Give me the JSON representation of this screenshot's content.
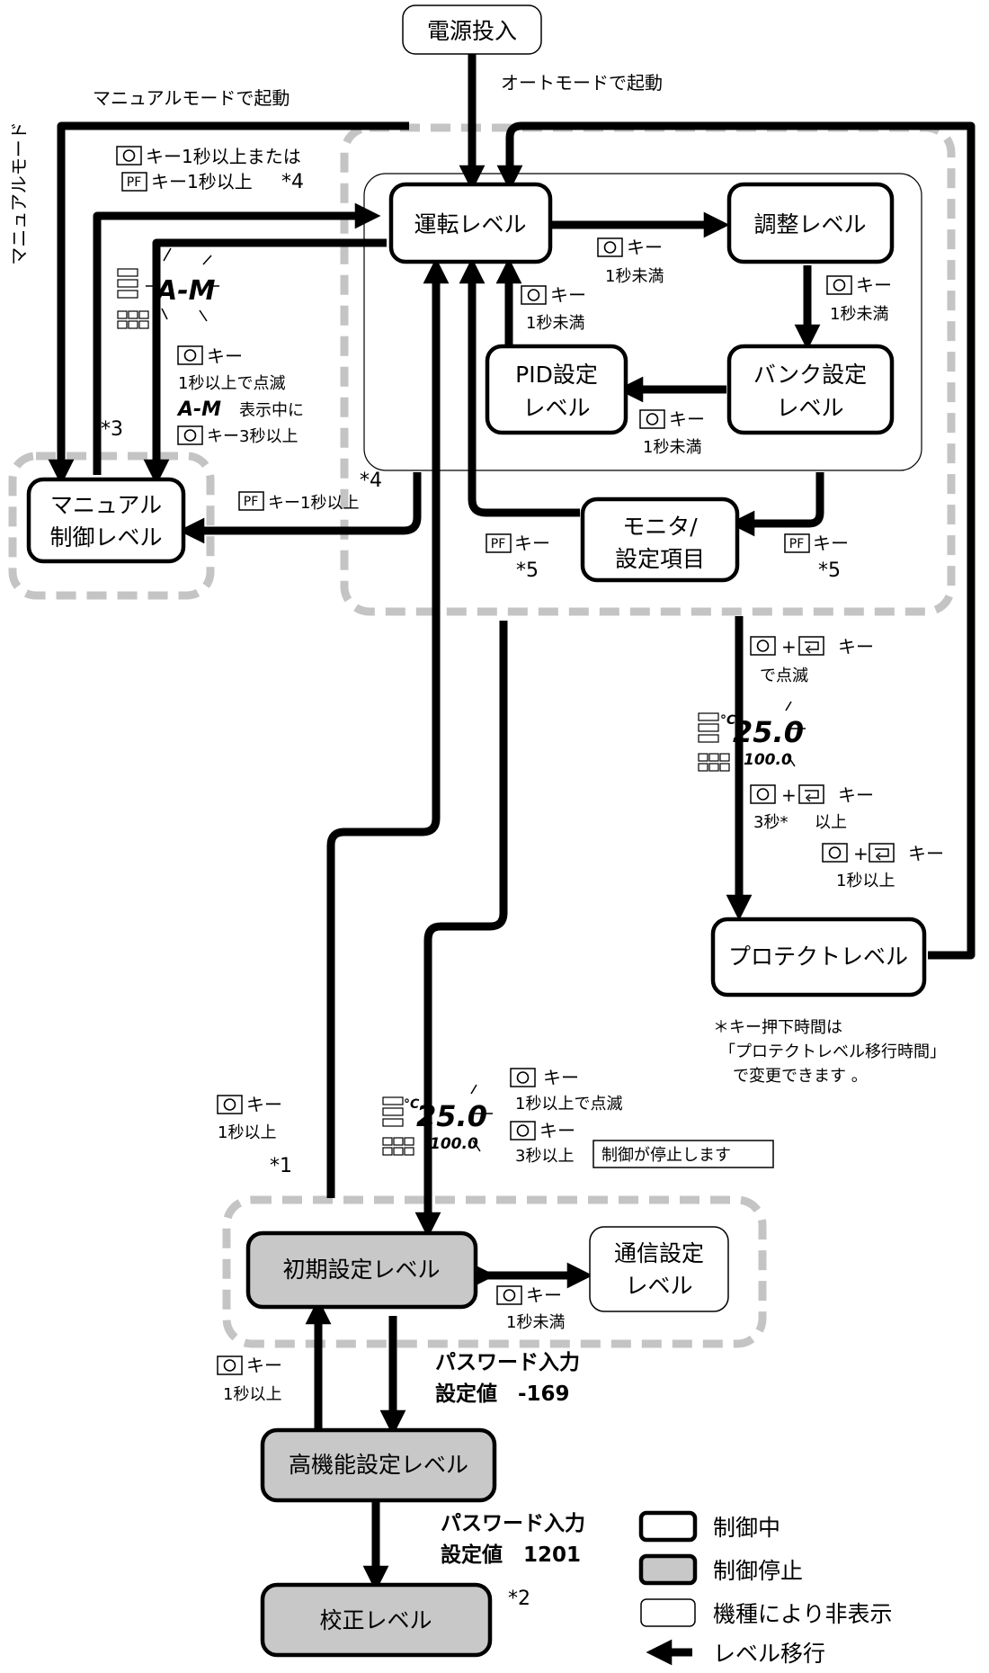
{
  "levels": {
    "power_on": "電源投入",
    "operation": "運転レベル",
    "adjustment": "調整レベル",
    "bank_1": "バンク設定",
    "bank_2": "レベル",
    "pid_1": "PID設定",
    "pid_2": "レベル",
    "monitor_1": "モニタ/",
    "monitor_2": "設定項目",
    "manual_1": "マニュアル",
    "manual_2": "制御レベル",
    "protect": "プロテクトレベル",
    "initial": "初期設定レベル",
    "comm_1": "通信設定",
    "comm_2": "レベル",
    "advanced": "高機能設定レベル",
    "calibration": "校正レベル"
  },
  "labels": {
    "manual_start": "マニュアルモードで起動",
    "auto_start": "オートモードで起動",
    "manual_mode_vertical": "マニュアルモード",
    "key_tail_1s_or": "キー1秒以上または",
    "pf_tail_1s": "キー1秒以上",
    "star4a": "*4",
    "star4b": "*4",
    "star3": "*3",
    "star5a": "*5",
    "star5b": "*5",
    "star1": "*1",
    "star2": "*2",
    "key": "キー",
    "key_dash": "キー",
    "lt1s": "1秒未満",
    "ge1s": "1秒以上",
    "ge1s_blink": "1秒以上で点滅",
    "am_display": "表示中に",
    "key_3s": "キー3秒以上",
    "pf_key_1s_tail": "キー1秒以上",
    "blink": "で点滅",
    "three_s": "3秒*",
    "ijou": "以上",
    "three_s_ijou": "3秒以上",
    "control_stops": "制御が停止します",
    "note_1": "＊キー押下時間は",
    "note_2": "「プロテクトレベル移行時間」",
    "note_3": "で変更できます 。",
    "pw_1": "パスワード入力",
    "pw_2": "設定値　-169",
    "pw_3": "パスワード入力",
    "pw_4": "設定値　1201",
    "plus": "+"
  },
  "icons": {
    "key_o": "O",
    "key_pf": "PF",
    "am": "A-M",
    "pv": "25.0",
    "sv": "100.0",
    "deg": "°C"
  },
  "legend": {
    "active": "制御中",
    "stopped": "制御停止",
    "hidden": "機種により非表示",
    "transition": "レベル移行"
  },
  "colors": {
    "stopped_fill": "#c8c8c8",
    "dashed_group": "#c4c4c4"
  }
}
